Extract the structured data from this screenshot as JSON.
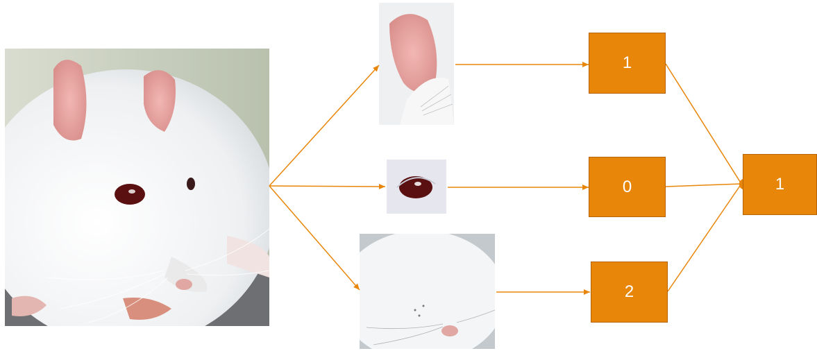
{
  "images": {
    "full_face": "rat-face-photo",
    "crop_ear": "rat-ear-crop",
    "crop_eye": "rat-eye-crop",
    "crop_nose": "rat-nose-whisker-crop"
  },
  "scores": {
    "ear": "1",
    "eye": "0",
    "nose": "2",
    "final": "1"
  },
  "colors": {
    "box_fill": "#E8860A",
    "box_border": "#B46205",
    "arrow": "#E8860A",
    "score_text": "#FFFFFF"
  }
}
